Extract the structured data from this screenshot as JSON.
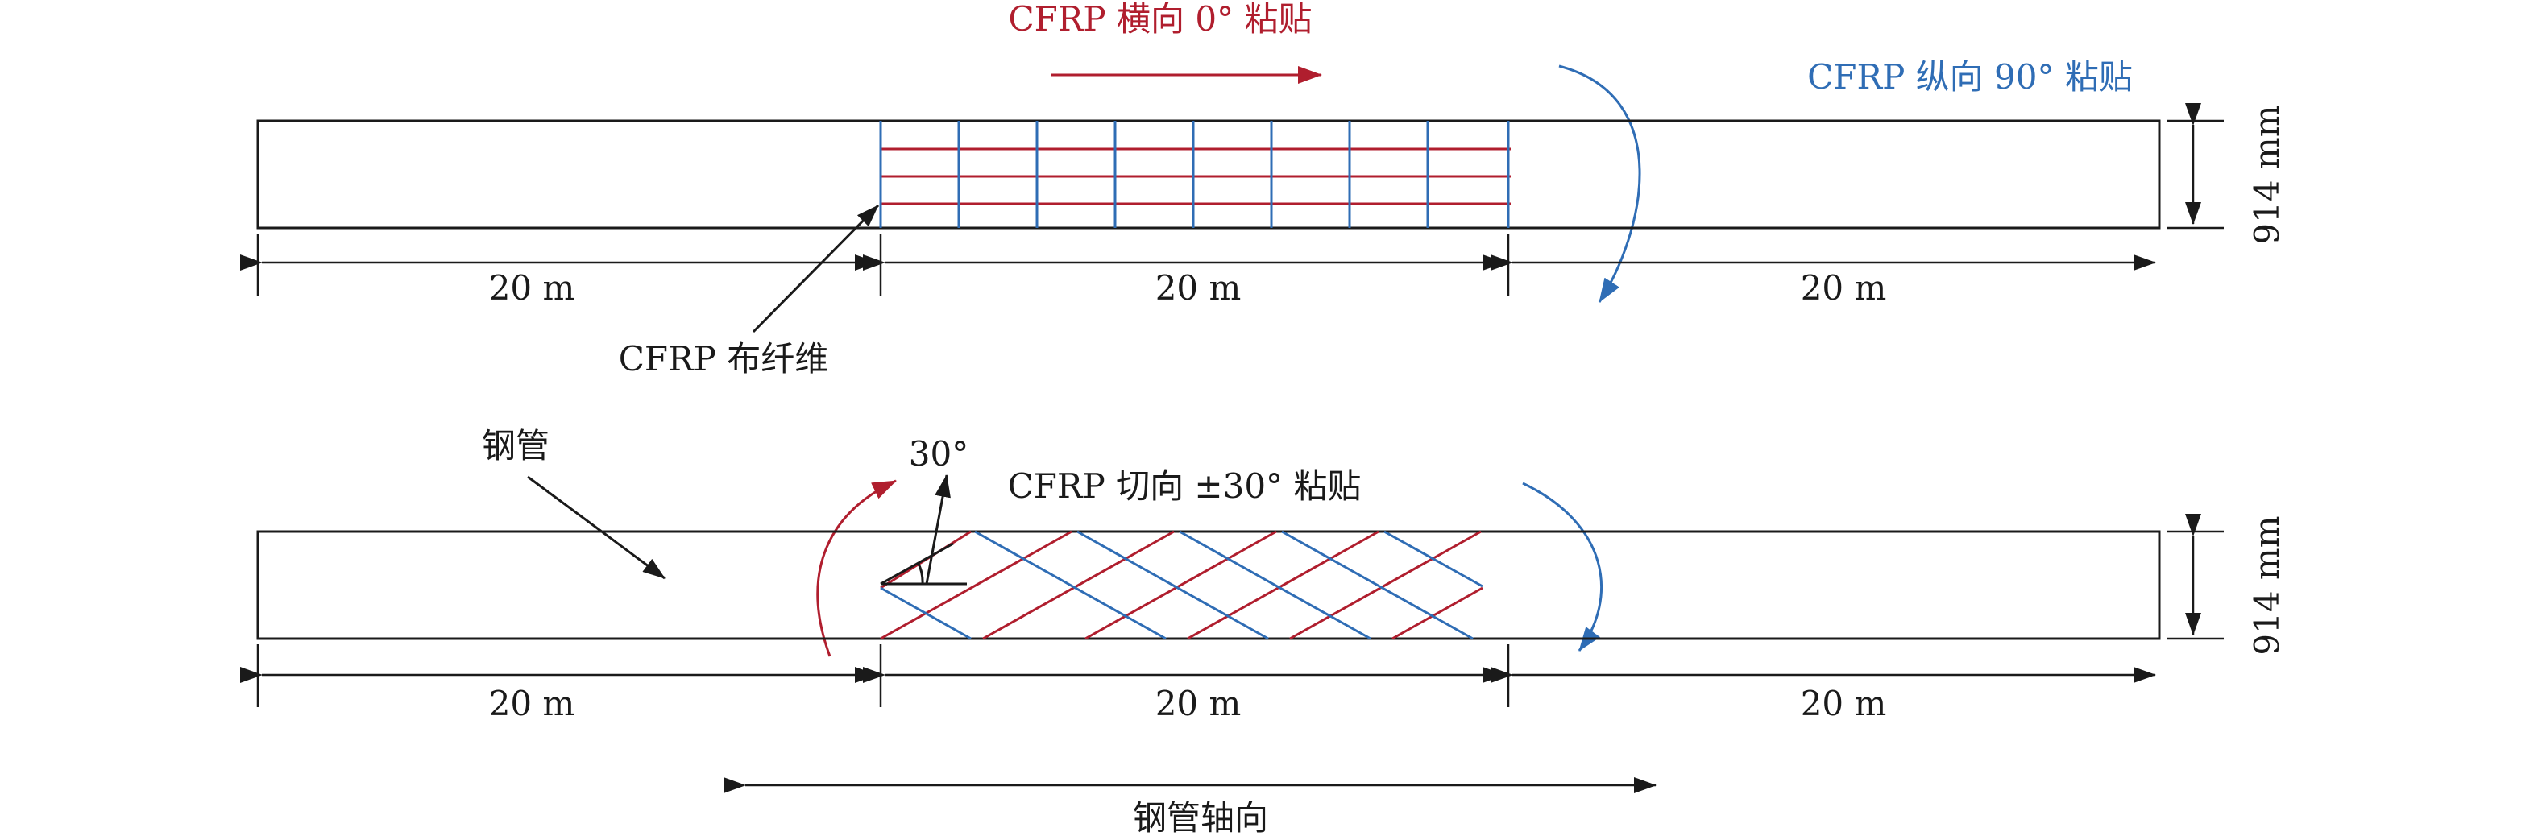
{
  "colors": {
    "red": "#b01e2e",
    "blue": "#2f6db5",
    "black": "#1a1a1a"
  },
  "top": {
    "transverse_label": "CFRP 横向 0° 粘贴",
    "longitudinal_label": "CFRP 纵向 90° 粘贴",
    "fiber_label": "CFRP 布纤维",
    "thickness_label": "914 mm",
    "seg_left": "20 m",
    "seg_mid": "20 m",
    "seg_right": "20 m"
  },
  "bottom": {
    "pipe_label": "钢管",
    "angle_label": "30°",
    "tangential_label": "CFRP 切向 ±30° 粘贴",
    "thickness_label": "914 mm",
    "seg_left": "20 m",
    "seg_mid": "20 m",
    "seg_right": "20 m",
    "axial_label": "钢管轴向"
  }
}
